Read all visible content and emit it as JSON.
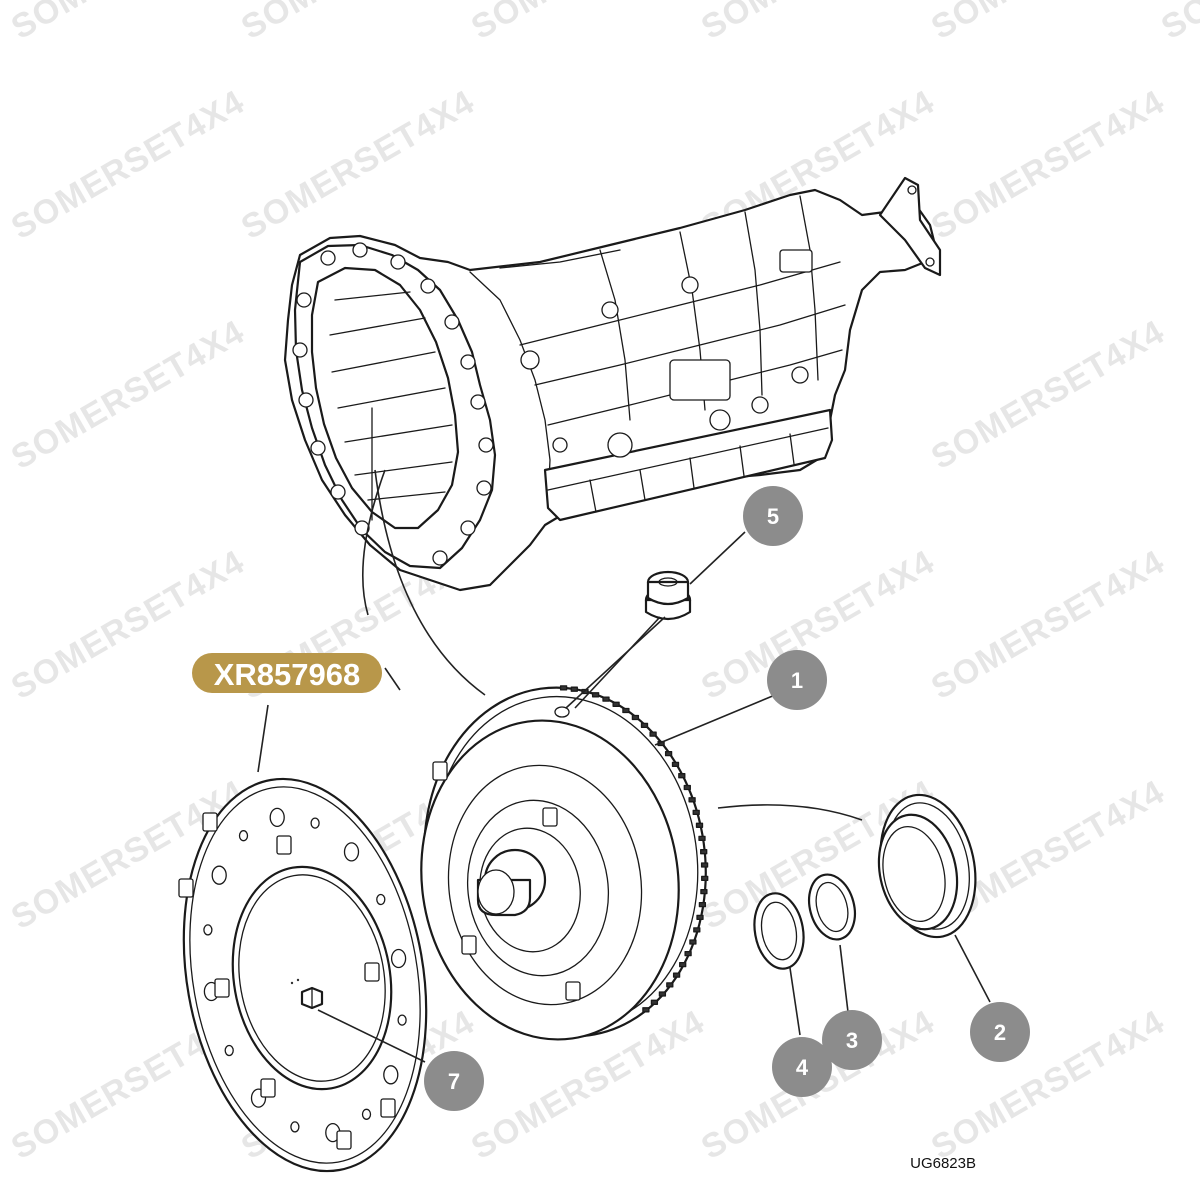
{
  "watermark_text": "SOMERSET4X4",
  "part_number": "XR857968",
  "callouts": [
    {
      "id": "c1",
      "number": "1"
    },
    {
      "id": "c2",
      "number": "2"
    },
    {
      "id": "c3",
      "number": "3"
    },
    {
      "id": "c4",
      "number": "4"
    },
    {
      "id": "c5",
      "number": "5"
    },
    {
      "id": "c7",
      "number": "7"
    }
  ],
  "drawing_code": "UG6823B",
  "colors": {
    "callout_fill": "#8c8c8c",
    "part_number_badge": "#b8974a",
    "line_art": "#1a1a1a",
    "watermark": "#e6e6e6"
  }
}
